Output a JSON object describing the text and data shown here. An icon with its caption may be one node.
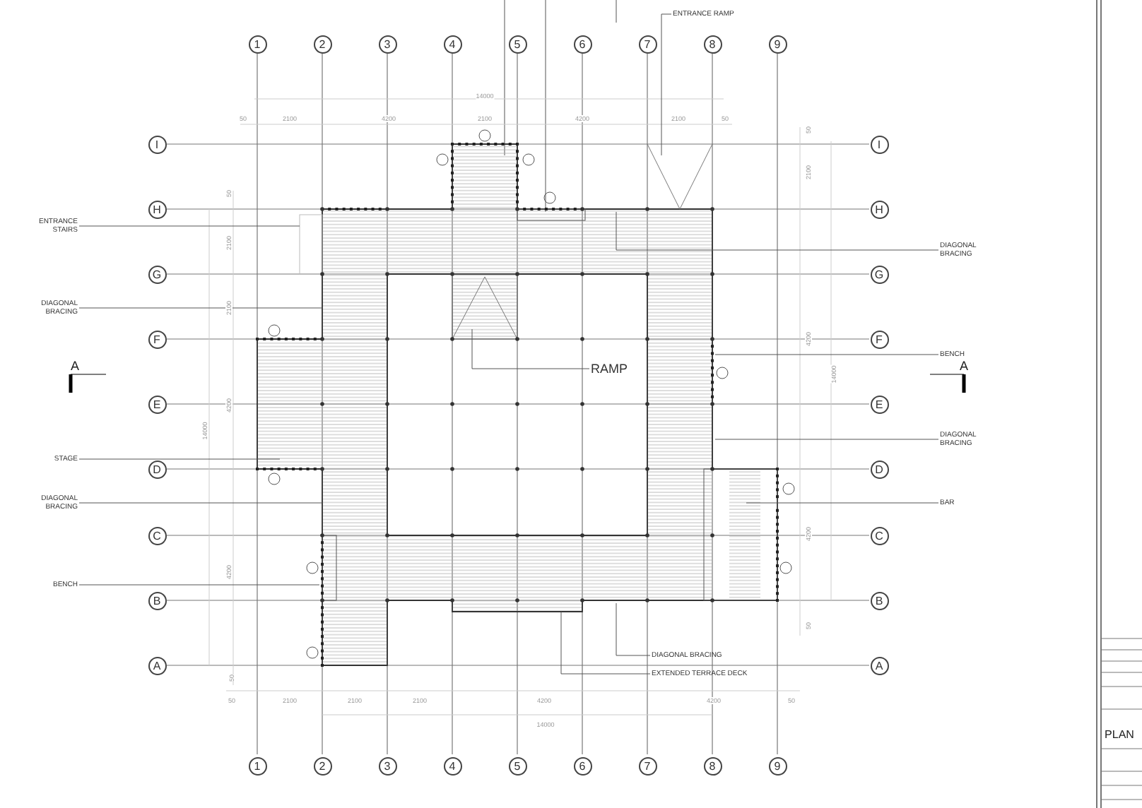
{
  "diagram": {
    "nodes": [
      {
        "text": [
          "ENTRANCE STAIRS"
        ]
      },
      {
        "text": [
          "DIAGONAL BRACING"
        ]
      },
      {
        "text": [
          "STAGE"
        ]
      },
      {
        "text": [
          "DIAGONAL BRACING"
        ]
      },
      {
        "text": [
          "BENCH"
        ]
      },
      {
        "text": [
          "ENTRANCE RAMP"
        ]
      },
      {
        "text": [
          "RAMP"
        ]
      },
      {
        "text": [
          "DIAGONAL BRACING"
        ]
      },
      {
        "text": [
          "BENCH"
        ]
      },
      {
        "text": [
          "DIAGONAL BRACING"
        ]
      },
      {
        "text": [
          "BAR"
        ]
      },
      {
        "text": [
          "DIAGONAL BRACING"
        ]
      },
      {
        "text": [
          "EXTENDED TERRACE DECK"
        ]
      }
    ],
    "edges": [
      {
        "from": 0,
        "to": null,
        "arrow": "none"
      },
      {
        "from": 1,
        "to": null,
        "arrow": "none"
      },
      {
        "from": 2,
        "to": null,
        "arrow": "none"
      },
      {
        "from": 3,
        "to": null,
        "arrow": "none"
      },
      {
        "from": 4,
        "to": null,
        "arrow": "none"
      },
      {
        "from": 5,
        "to": null,
        "arrow": "none"
      },
      {
        "from": 6,
        "to": null,
        "arrow": "none"
      },
      {
        "from": 7,
        "to": null,
        "arrow": "none"
      },
      {
        "from": 8,
        "to": null,
        "arrow": "none"
      },
      {
        "from": 9,
        "to": null,
        "arrow": "none"
      },
      {
        "from": 10,
        "to": null,
        "arrow": "none"
      },
      {
        "from": 11,
        "to": null,
        "arrow": "none"
      },
      {
        "from": 12,
        "to": null,
        "arrow": "none"
      }
    ],
    "labels": [
      "1",
      "2",
      "3",
      "4",
      "5",
      "6",
      "7",
      "8",
      "9",
      "14000",
      "50",
      "2100",
      "4200",
      "2100",
      "4200",
      "2100",
      "50",
      "I",
      "I",
      "H",
      "H",
      "G",
      "G",
      "F",
      "F",
      "E",
      "E",
      "D",
      "D",
      "C",
      "C",
      "B",
      "B",
      "A",
      "A",
      "50",
      "2100",
      "2100",
      "4200",
      "14000",
      "4200",
      "50",
      "50",
      "2100",
      "4200",
      "14000",
      "4200",
      "50",
      "A",
      "A",
      "50",
      "2100",
      "2100",
      "2100",
      "4200",
      "4200",
      "50",
      "14000",
      "1",
      "2",
      "3",
      "4",
      "5",
      "6",
      "7",
      "8",
      "9",
      "PLAN"
    ]
  }
}
